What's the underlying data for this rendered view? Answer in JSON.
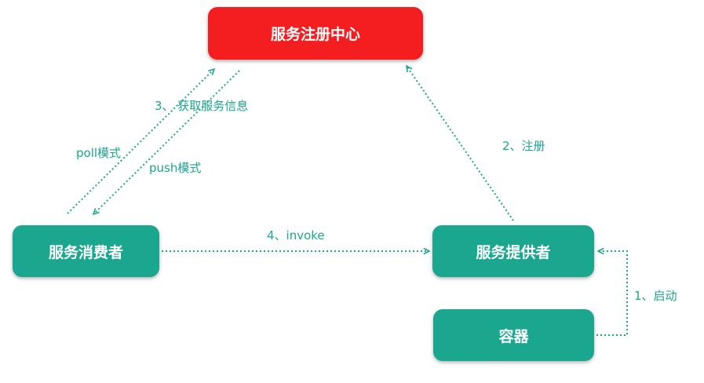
{
  "nodes": {
    "registry": "服务注册中心",
    "consumer": "服务消费者",
    "provider": "服务提供者",
    "container": "容器"
  },
  "edge_labels": {
    "get_service_info": "3、 获取服务信息",
    "poll_mode": "poll模式",
    "push_mode": "push模式",
    "register": "2、注册",
    "invoke": "4、invoke",
    "start": "1、启动"
  },
  "colors": {
    "registry": "#f41d1f",
    "node": "#1aa68f",
    "edge": "#1aa68f"
  }
}
